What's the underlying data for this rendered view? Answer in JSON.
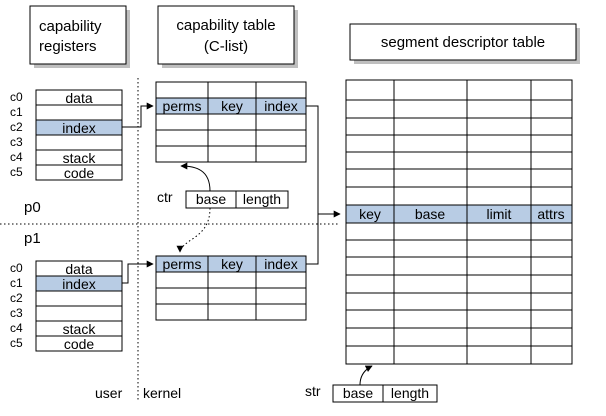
{
  "titles": {
    "capability_registers": [
      "capability",
      "registers"
    ],
    "capability_table": [
      "capability table",
      "(C-list)"
    ],
    "segment_descriptor_table": "segment descriptor table"
  },
  "register_names": [
    "c0",
    "c1",
    "c2",
    "c3",
    "c4",
    "c5"
  ],
  "p0_registers": [
    "data",
    "",
    "index",
    "",
    "stack",
    "code"
  ],
  "p1_registers": [
    "data",
    "index",
    "",
    "",
    "stack",
    "code"
  ],
  "clist_headers": [
    "perms",
    "key",
    "index"
  ],
  "segment_headers": [
    "key",
    "base",
    "limit",
    "attrs"
  ],
  "ctr": {
    "label": "ctr",
    "fields": [
      "base",
      "length"
    ]
  },
  "str": {
    "label": "str",
    "fields": [
      "base",
      "length"
    ]
  },
  "process_labels": [
    "p0",
    "p1"
  ],
  "mode_labels": [
    "user",
    "kernel"
  ],
  "colors": {
    "highlight": "#b8cce4",
    "shadow": "#bfbfbf",
    "line": "#000000"
  }
}
